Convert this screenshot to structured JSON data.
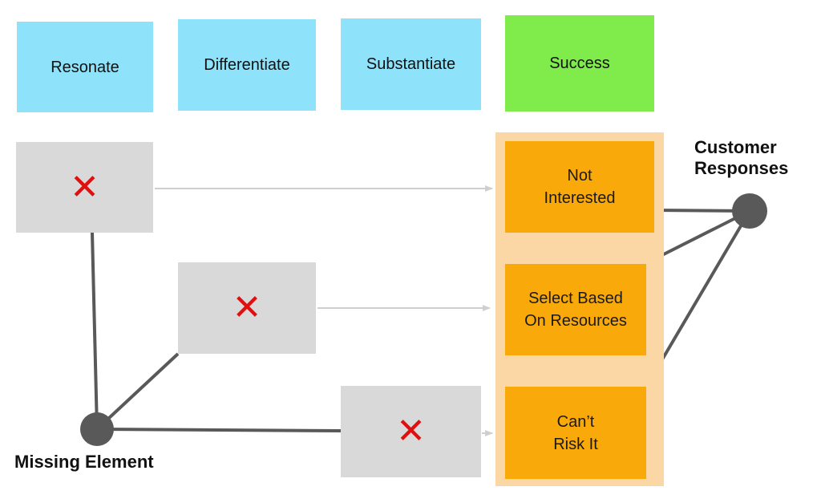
{
  "stages": [
    {
      "label": "Resonate"
    },
    {
      "label": "Differentiate"
    },
    {
      "label": "Substantiate"
    },
    {
      "label": "Success"
    }
  ],
  "missing_marks": [
    "✕",
    "✕",
    "✕"
  ],
  "responses": [
    {
      "line1": "Not",
      "line2": "Interested"
    },
    {
      "line1": "Select Based",
      "line2": "On Resources"
    },
    {
      "line1": "Can’t",
      "line2": "Risk It"
    }
  ],
  "nodes": {
    "missing_element": "Missing Element",
    "customer_responses_line1": "Customer",
    "customer_responses_line2": "Responses"
  },
  "colors": {
    "stage": "#8ee3fb",
    "success": "#7fec4c",
    "gray_box": "#d9d9d9",
    "response_box": "#f9a90a",
    "response_panel": "#fbd7a6",
    "x_mark": "#e01010",
    "node": "#595959"
  }
}
